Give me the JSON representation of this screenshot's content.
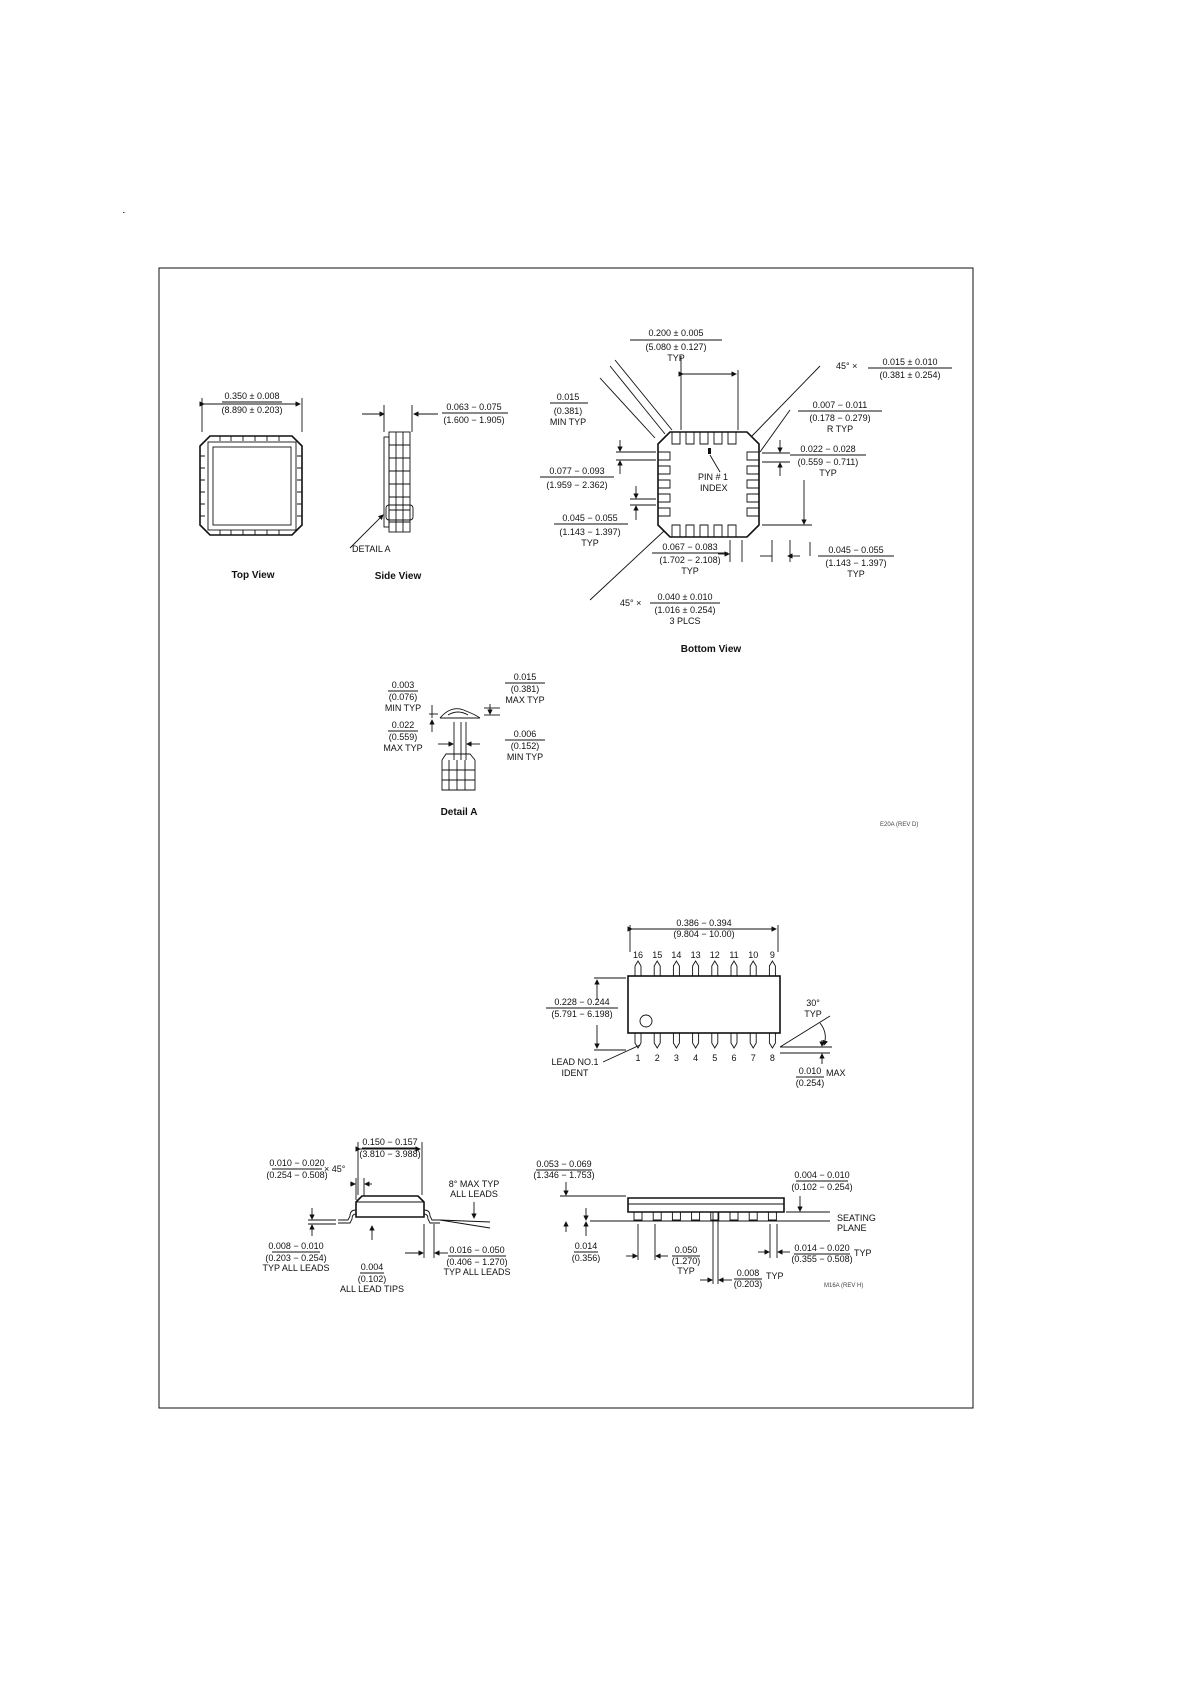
{
  "lcc": {
    "top_view_caption": "Top View",
    "side_view_caption": "Side View",
    "bottom_view_caption": "Bottom View",
    "detail_caption": "Detail A",
    "detail_label": "DETAIL A",
    "pin_index_line1": "PIN  # 1",
    "pin_index_line2": "INDEX",
    "drawing_code": "E20A (REV D)",
    "top_width": {
      "inch": "0.350 ± 0.008",
      "mm": "(8.890 ± 0.203)"
    },
    "side_height": {
      "inch": "0.063 − 0.075",
      "mm": "(1.600 − 1.905)"
    },
    "bot_pitch": {
      "inch": "0.200 ± 0.005",
      "mm": "(5.080 ± 0.127)",
      "note": "TYP"
    },
    "bot_chamfer_top": {
      "prefix": "45° ×",
      "inch": "0.015 ± 0.010",
      "mm": "(0.381 ± 0.254)"
    },
    "bot_min": {
      "inch": "0.015",
      "mm": "(0.381)",
      "note": "MIN TYP"
    },
    "bot_radius": {
      "inch": "0.007 − 0.011",
      "mm": "(0.178 − 0.279)",
      "note": "R TYP"
    },
    "bot_pad_width": {
      "inch": "0.022 − 0.028",
      "mm": "(0.559 − 0.711)",
      "note": "TYP"
    },
    "bot_pad_len": {
      "inch": "0.077 − 0.093",
      "mm": "(1.959 − 2.362)"
    },
    "bot_pad_pitch_l": {
      "inch": "0.045 − 0.055",
      "mm": "(1.143 − 1.397)",
      "note": "TYP"
    },
    "bot_pad_pitch_b": {
      "inch": "0.067 − 0.083",
      "mm": "(1.702 − 2.108)",
      "note": "TYP"
    },
    "bot_pad_pitch_r": {
      "inch": "0.045 − 0.055",
      "mm": "(1.143 − 1.397)",
      "note": "TYP"
    },
    "bot_chamfer_bot": {
      "prefix": "45° ×",
      "inch": "0.040 ± 0.010",
      "mm": "(1.016 ± 0.254)",
      "note": "3 PLCS"
    },
    "det_003": {
      "inch": "0.003",
      "mm": "(0.076)",
      "note": "MIN TYP"
    },
    "det_015": {
      "inch": "0.015",
      "mm": "(0.381)",
      "note": "MAX TYP"
    },
    "det_022": {
      "inch": "0.022",
      "mm": "(0.559)",
      "note": "MAX TYP"
    },
    "det_006": {
      "inch": "0.006",
      "mm": "(0.152)",
      "note": "MIN TYP"
    }
  },
  "soic": {
    "length": {
      "inch": "0.386 − 0.394",
      "mm": "(9.804 − 10.00)"
    },
    "width": {
      "inch": "0.228 − 0.244",
      "mm": "(5.791 − 6.198)"
    },
    "angle": {
      "value": "30°",
      "note": "TYP"
    },
    "lead_max": {
      "inch": "0.010",
      "note": "MAX",
      "mm": "(0.254)"
    },
    "lead_ident": {
      "line1": "LEAD NO.1",
      "line2": "IDENT"
    },
    "pins_top": [
      "16",
      "15",
      "14",
      "13",
      "12",
      "11",
      "10",
      "9"
    ],
    "pins_bottom": [
      "1",
      "2",
      "3",
      "4",
      "5",
      "6",
      "7",
      "8"
    ],
    "body_width": {
      "inch": "0.150 − 0.157",
      "mm": "(3.810 − 3.988)"
    },
    "chamfer": {
      "inch": "0.010 − 0.020",
      "mm": "(0.254 − 0.508)",
      "suffix": "× 45°"
    },
    "angle_leads": {
      "line1": "8° MAX TYP",
      "line2": "ALL LEADS"
    },
    "lead_thick": {
      "inch": "0.008 − 0.010",
      "mm": "(0.203 − 0.254)",
      "note": "TYP ALL LEADS"
    },
    "lead_tips": {
      "inch": "0.004",
      "mm": "(0.102)",
      "note": "ALL LEAD TIPS"
    },
    "foot": {
      "inch": "0.016 − 0.050",
      "mm": "(0.406 − 1.270)",
      "note": "TYP ALL LEADS"
    },
    "height": {
      "inch": "0.053 − 0.069",
      "mm": "(1.346 − 1.753)"
    },
    "standoff": {
      "inch": "0.004 − 0.010",
      "mm": "(0.102 − 0.254)"
    },
    "seating": {
      "line1": "SEATING",
      "line2": "PLANE"
    },
    "standoff_min": {
      "inch": "0.014",
      "mm": "(0.356)"
    },
    "pitch": {
      "inch": "0.050",
      "mm": "(1.270)",
      "note": "TYP"
    },
    "lead_w": {
      "inch": "0.014 − 0.020",
      "mm": "(0.355 − 0.508)",
      "note": "TYP"
    },
    "lead_w2": {
      "inch": "0.008",
      "mm": "(0.203)",
      "note": "TYP"
    },
    "drawing_code": "M16A (REV H)"
  }
}
